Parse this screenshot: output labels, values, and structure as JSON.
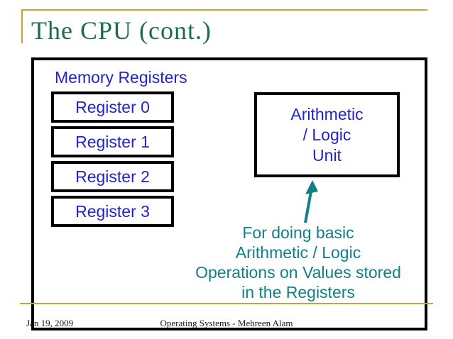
{
  "slide": {
    "title": "The CPU (cont.)",
    "diagram": {
      "memory_label": "Memory Registers",
      "registers": [
        "Register 0",
        "Register 1",
        "Register 2",
        "Register 3"
      ],
      "alu_lines": [
        "Arithmetic",
        "/ Logic",
        "Unit"
      ],
      "annotation_lines": [
        "For doing basic",
        "Arithmetic / Logic",
        "Operations on Values stored",
        "in the Registers"
      ]
    },
    "footer": {
      "date": "Jan 19, 2009",
      "center": "Operating Systems - Mehreen Alam"
    }
  },
  "colors": {
    "green": "#1f6b4a",
    "gold": "#c8a232",
    "blue": "#2323cc",
    "teal": "#127f86",
    "ink": "#000000",
    "paper": "#ffffff"
  }
}
